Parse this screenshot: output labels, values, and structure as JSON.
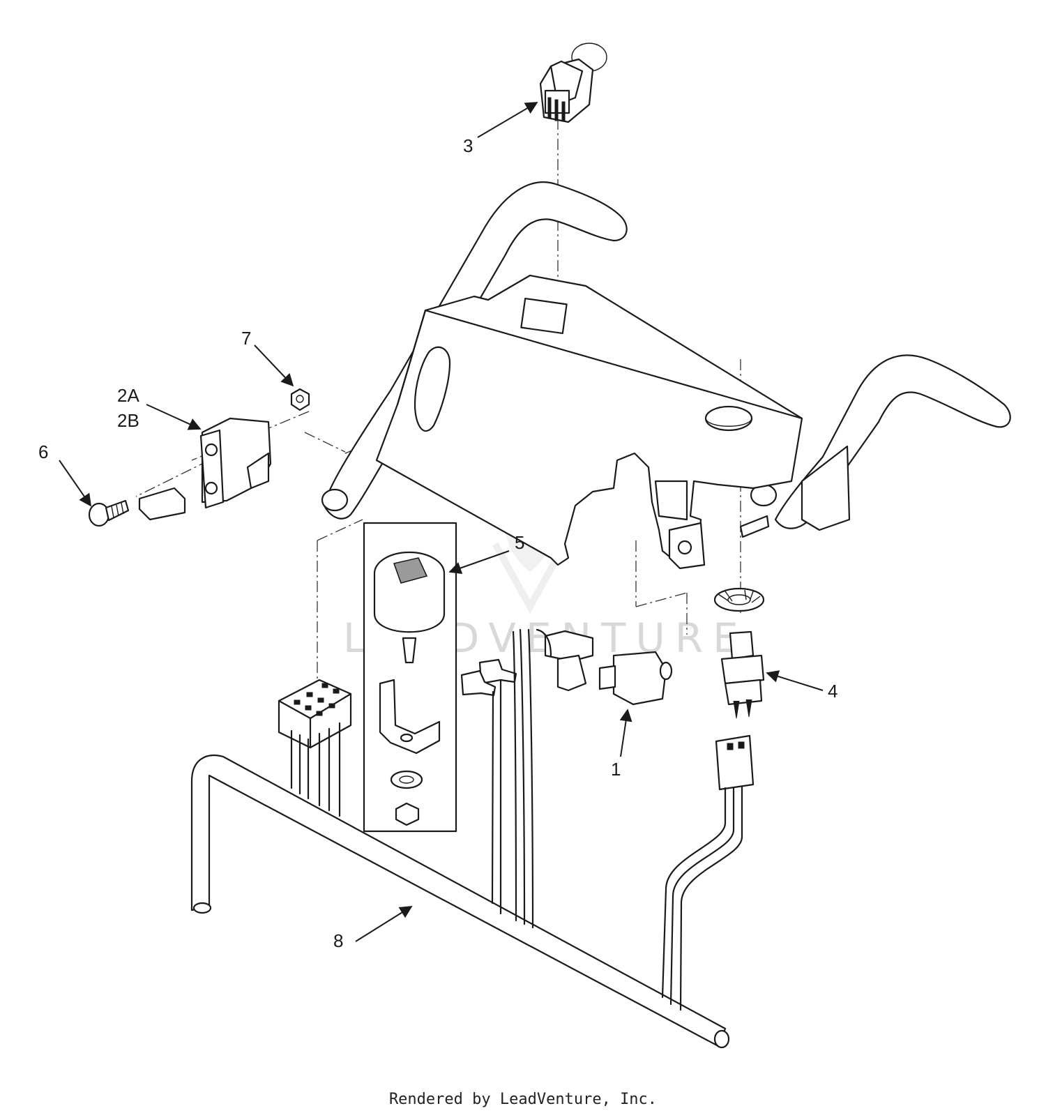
{
  "callouts": {
    "c1": "1",
    "c2a": "2A",
    "c2b": "2B",
    "c3": "3",
    "c4": "4",
    "c5": "5",
    "c6": "6",
    "c7": "7",
    "c8": "8"
  },
  "watermark": "LEADVENTURE",
  "credit": "Rendered by LeadVenture, Inc.",
  "colors": {
    "ink": "#1a1a1a",
    "watermark": "#d8d8d8",
    "background": "#ffffff"
  }
}
